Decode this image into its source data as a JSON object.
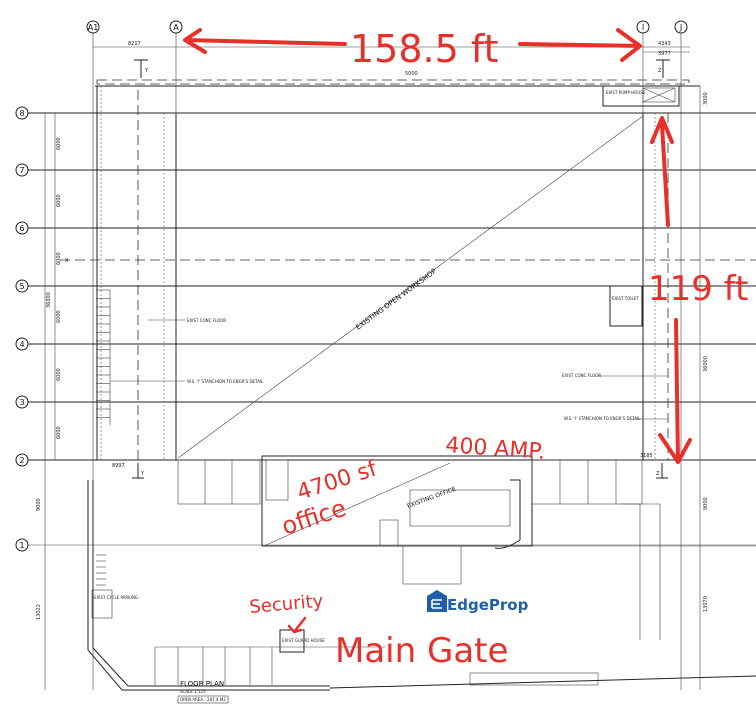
{
  "grid": {
    "columns": [
      "A1",
      "A",
      "I",
      "J"
    ],
    "rows": [
      "8",
      "7",
      "6",
      "5",
      "4",
      "3",
      "2",
      "1"
    ],
    "sections": [
      "X",
      "Y",
      "Z"
    ]
  },
  "dimensions": {
    "top": [
      "8217",
      "5000",
      "4343",
      "3977"
    ],
    "left": [
      "6000",
      "6000",
      "6000",
      "6000",
      "6000",
      "6000",
      "36000",
      "9000",
      "13022"
    ],
    "right": [
      "3000",
      "36000",
      "9000",
      "13070"
    ],
    "bottom_left": "8997",
    "bottom_right": "3185"
  },
  "plan_labels": {
    "workshop": "EXISTING OPEN WORKSHOP",
    "office": "EXISTING OFFICE",
    "conc_floor": "EXIST CONC FLOOR",
    "stanchion": "W.S. 'I' STANCHION TO ENGR'S DETAIL",
    "pump_house": "EXIST PUMP HOUSE",
    "guard_house": "EXIST GUARD HOUSE",
    "cycle_parking": "EXIST CYCLE PARKING",
    "toilet": "EXIST TOILET",
    "title": "FLOOR PLAN",
    "scale": "SCALE 1:125",
    "area": "OPEN AREA : 287.4 M2"
  },
  "annotations": {
    "width": "158.5 ft",
    "depth": "119 ft",
    "power": "400 AMP.",
    "office_area": "4700 sf",
    "office_word": "office",
    "security": "Security",
    "gate": "Main Gate",
    "color": "#e8302a"
  },
  "watermark": {
    "brand": "EdgeProp",
    "color": "#1f5fa8"
  }
}
